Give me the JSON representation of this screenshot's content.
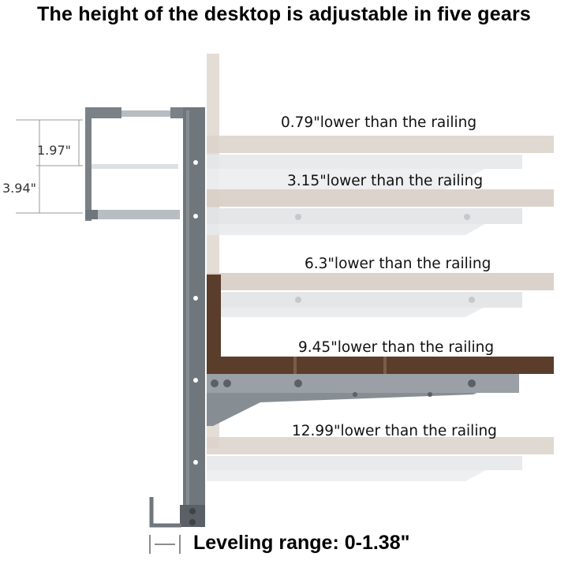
{
  "title": "The height of the desktop is adjustable in five gears",
  "dimensions": {
    "small": "1.97\"",
    "large": "3.94\""
  },
  "gears": [
    {
      "label": "0.79\"lower than the railing"
    },
    {
      "label": "3.15\"lower than the railing"
    },
    {
      "label": "6.3\"lower than the railing"
    },
    {
      "label": "9.45\"lower than the railing"
    },
    {
      "label": "12.99\"lower than the railing"
    }
  ],
  "leveling": "Leveling range: 0-1.38\"",
  "colors": {
    "frame": "#6f767c",
    "frame_dark": "#5a6066",
    "wood_active": "#5a3d2b",
    "wood_faded": "#d8cfc6",
    "bracket_faded": "#e6e8ea",
    "bracket_active": "#868d93"
  }
}
